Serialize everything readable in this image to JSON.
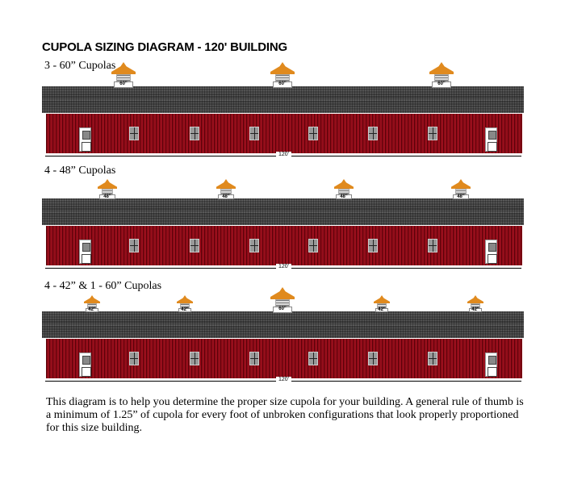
{
  "title": "CUPOLA SIZING DIAGRAM - 120' BUILDING",
  "sections": [
    {
      "heading": "3 - 60” Cupolas",
      "cupolas": [
        "60\"",
        "60\"",
        "60\""
      ],
      "length": "120'"
    },
    {
      "heading": "4 - 48” Cupolas",
      "cupolas": [
        "48\"",
        "48\"",
        "48\"",
        "48\""
      ],
      "length": "120'"
    },
    {
      "heading": "4 - 42” & 1 - 60” Cupolas",
      "cupolas": [
        "42\"",
        "42\"",
        "60\"",
        "42\"",
        "42\""
      ],
      "length": "120'"
    }
  ],
  "description": "This diagram is to help you determine the proper size cupola for your building. A general rule of thumb is a minimum of 1.25” of cupola for every foot of unbroken configurations that look properly proportioned for this size building.",
  "colors": {
    "roof": "#444444",
    "wall": "#8f0d18",
    "cupola_cap": "#e08a1e"
  }
}
